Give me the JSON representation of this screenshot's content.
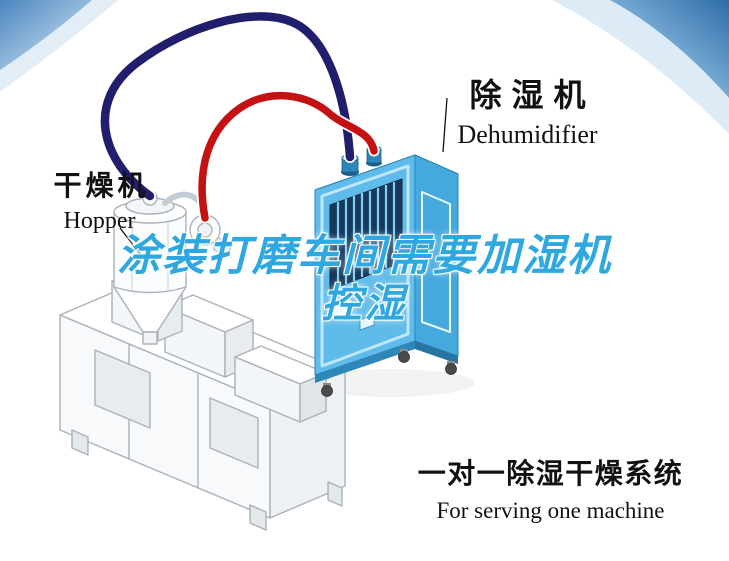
{
  "labels": {
    "dehumidifier": {
      "cn": "除湿机",
      "en": "Dehumidifier"
    },
    "hopper": {
      "cn": "干燥机",
      "en": "Hopper"
    },
    "system": {
      "cn": "一对一除湿干燥系统",
      "en": "For serving one machine"
    }
  },
  "watermark": {
    "line1": "涂装打磨车间需要加湿机",
    "line2": "控湿"
  },
  "colors": {
    "watermark_blue": "#2FA8E1",
    "text_black": "#111111",
    "hose_red": "#C41212",
    "hose_navy": "#221E6E",
    "cabinet_front": "#5FBCEA",
    "cabinet_side": "#46A9DE",
    "cabinet_top": "#2F95CF",
    "vent_panel": "#16395C",
    "corner_blue": "#2E6DA8",
    "machine_outline": "#A9B2BA"
  }
}
